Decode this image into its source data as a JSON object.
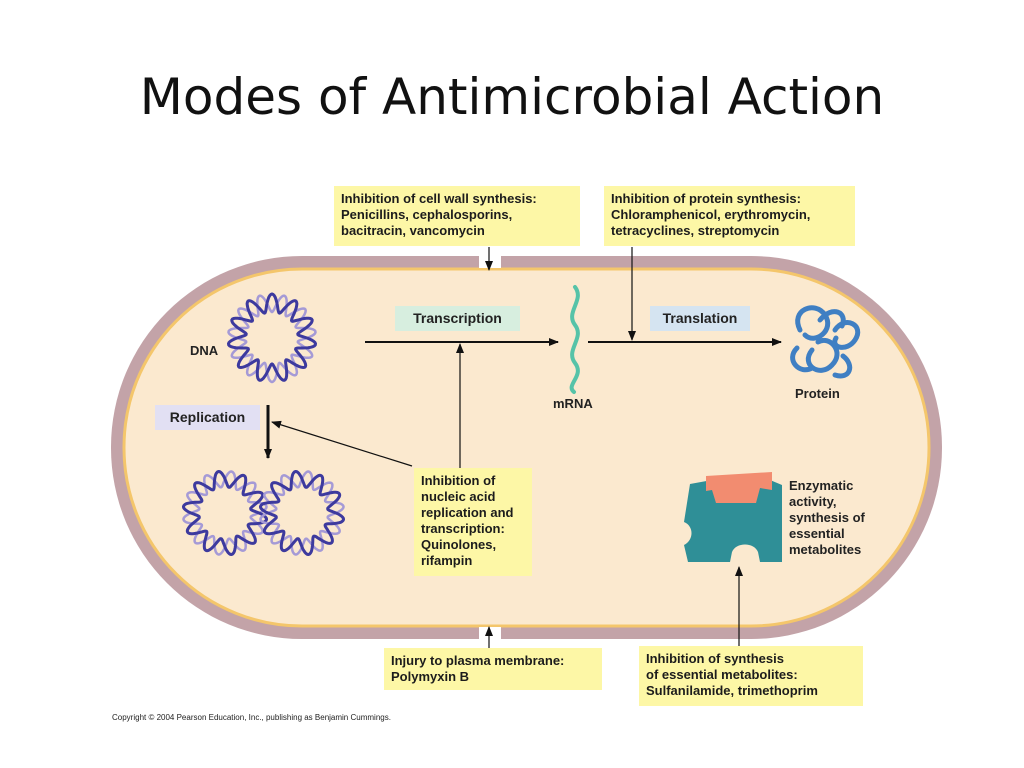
{
  "title": "Modes of Antimicrobial Action",
  "boxes": {
    "cell_wall": "Inhibition of cell wall synthesis:\nPenicillins, cephalosporins,\nbacitracin, vancomycin",
    "protein": "Inhibition of protein synthesis:\nChloramphenicol, erythromycin,\ntetracyclines, streptomycin",
    "nucleic": "Inhibition of\nnucleic acid\nreplication and\ntranscription:\nQuinolones,\nrifampin",
    "membrane": "Injury to plasma membrane:\nPolymyxin B",
    "metabolites": "Inhibition of synthesis\nof essential metabolites:\nSulfanilamide, trimethoprim"
  },
  "process_tags": {
    "transcription": "Transcription",
    "translation": "Translation",
    "replication": "Replication"
  },
  "labels": {
    "dna": "DNA",
    "mrna": "mRNA",
    "protein": "Protein",
    "enzymatic": "Enzymatic\nactivity,\nsynthesis of\nessential\nmetabolites"
  },
  "copyright": "Copyright © 2004 Pearson Education, Inc., publishing as Benjamin Cummings.",
  "colors": {
    "cell_wall": "#c3a3a8",
    "cytoplasm": "#fbe9cf",
    "membrane_line": "#f4c66b",
    "callout": "#fdf7a6",
    "transcription_tag": "#d7eedf",
    "translation_tag": "#d5e4f1",
    "replication_tag": "#e2e0f3",
    "enzyme": "#2f8f97",
    "substrate": "#f28c70",
    "dna_strand_a": "#3d3a9e",
    "dna_strand_b": "#a59ad6",
    "mrna": "#56c3a8",
    "protein": "#3f7fc3"
  }
}
